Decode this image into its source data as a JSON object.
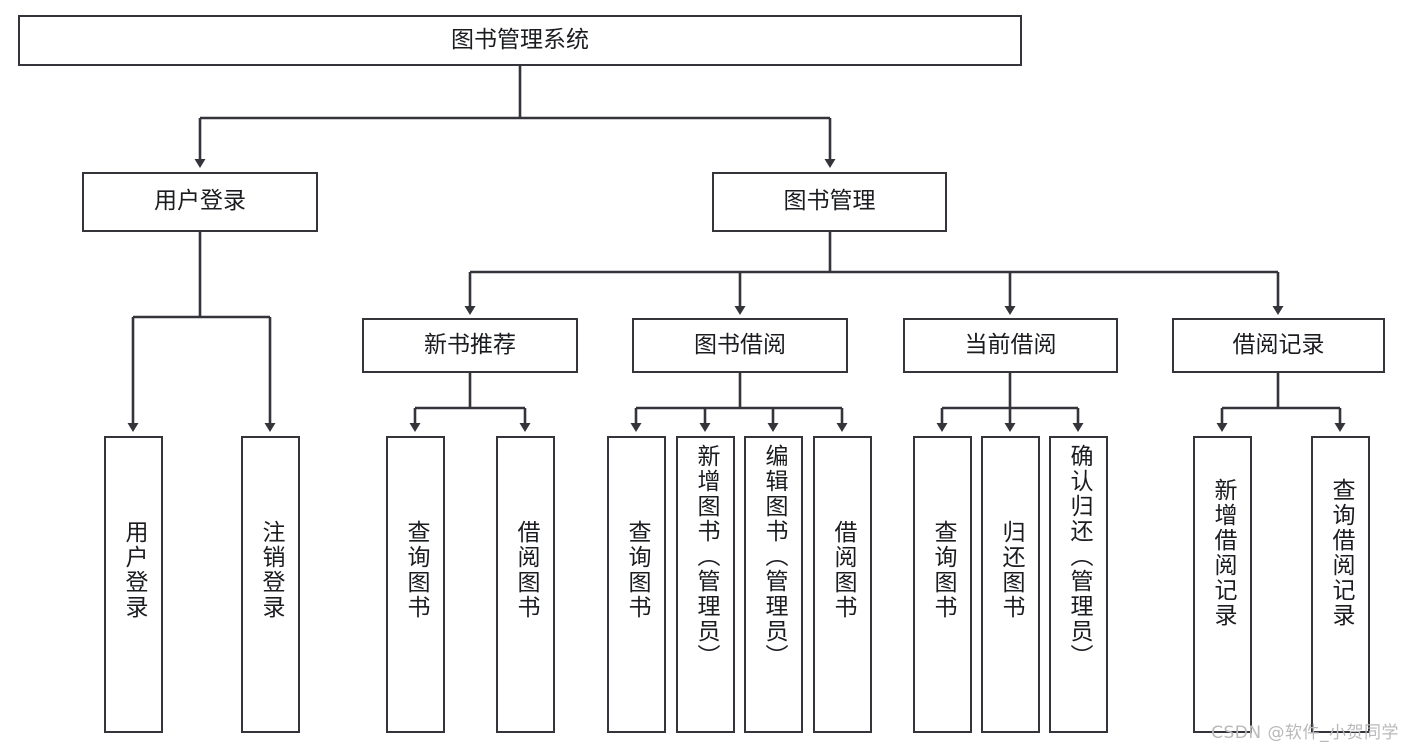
{
  "diagram": {
    "title": "图书管理系统",
    "type": "tree-hierarchy",
    "root": {
      "label": "图书管理系统"
    },
    "level2": [
      {
        "label": "用户登录"
      },
      {
        "label": "图书管理"
      }
    ],
    "level3": [
      {
        "label": "新书推荐"
      },
      {
        "label": "图书借阅"
      },
      {
        "label": "当前借阅"
      },
      {
        "label": "借阅记录"
      }
    ],
    "leaves": [
      {
        "label": "用户登录"
      },
      {
        "label": "注销登录"
      },
      {
        "label": "查询图书"
      },
      {
        "label": "借阅图书"
      },
      {
        "label": "查询图书"
      },
      {
        "label": "新增图书（管理员）"
      },
      {
        "label": "编辑图书（管理员）"
      },
      {
        "label": "借阅图书"
      },
      {
        "label": "查询图书"
      },
      {
        "label": "归还图书"
      },
      {
        "label": "确认归还（管理员）"
      },
      {
        "label": "新增借阅记录"
      },
      {
        "label": "查询借阅记录"
      }
    ]
  },
  "watermark": {
    "text": "CSDN @软件_小贺同学"
  },
  "colors": {
    "stroke": "#33353a",
    "background": "#ffffff",
    "text": "#1b1c20",
    "watermark": "#b9b9b9"
  }
}
